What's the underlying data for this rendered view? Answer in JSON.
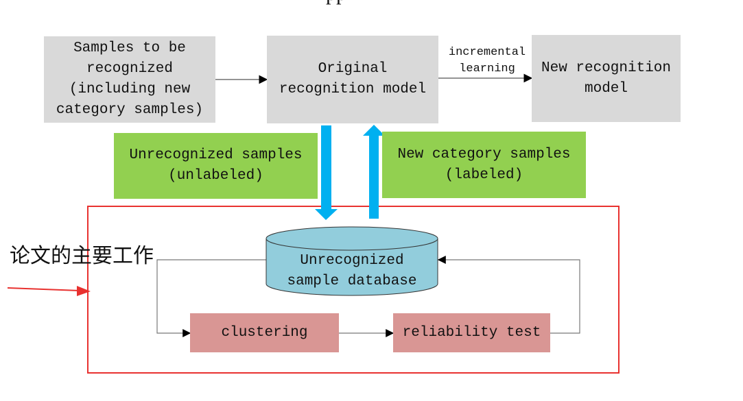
{
  "diagram": {
    "top_cut_text": "pp",
    "nodes": {
      "samples": "Samples to be\nrecognized\n(including new\ncategory samples)",
      "original_model": "Original\nrecognition model",
      "new_model": "New recognition\nmodel",
      "unrecognized_samples": "Unrecognized samples\n(unlabeled)",
      "new_category_samples": "New category samples\n(labeled)",
      "database": "Unrecognized\nsample database",
      "clustering": "clustering",
      "reliability_test": "reliability test"
    },
    "edge_labels": {
      "incremental_learning": "incremental\nlearning"
    },
    "annotation": {
      "note": "论文的主要工作"
    },
    "colors": {
      "gray_box": "#d9d9d9",
      "green_box": "#92d050",
      "pink_box": "#d99694",
      "database_fill": "#92cddc",
      "blue_arrow": "#00b0f0",
      "red_frame": "#e8312f",
      "red_arrow": "#e8312f"
    }
  }
}
